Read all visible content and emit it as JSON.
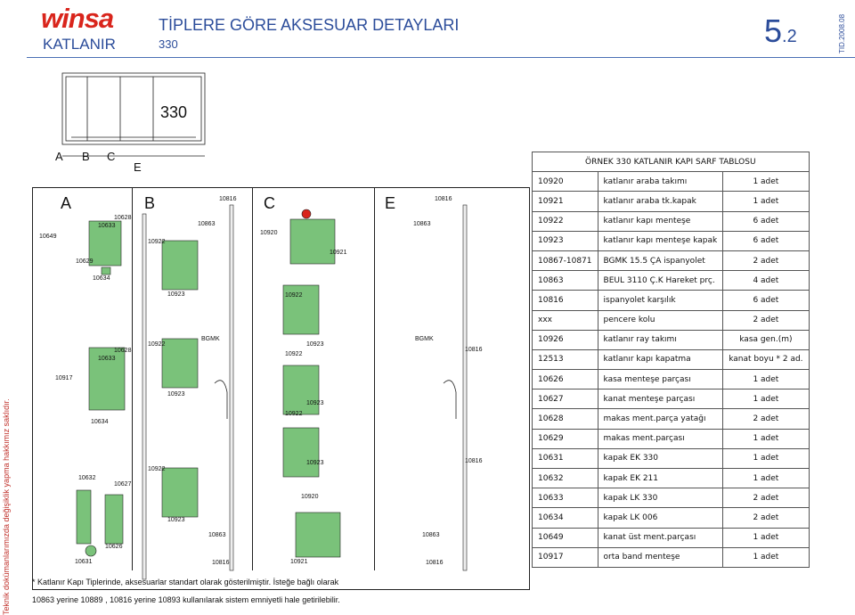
{
  "header": {
    "logo_text": "winsa",
    "subtitle": "KATLANIR",
    "title": "TİPLERE GÖRE AKSESUAR DETAYLARI",
    "series": "330",
    "page_number": "5",
    "page_suffix": ".2",
    "doc_code": "TID.2008.08"
  },
  "side_note": "Teknik dokümanlarımızda değişiklik yapma hakkımız saklıdır.",
  "overview": {
    "model": "330",
    "labels": [
      "A",
      "B",
      "C",
      "E"
    ]
  },
  "drawing": {
    "section_labels": [
      "A",
      "B",
      "C",
      "E"
    ],
    "part_labels": {
      "p10649": "10649",
      "p10633a": "10633",
      "p10628a": "10628",
      "p10629": "10629",
      "p10634a": "10634",
      "p10633b": "10633",
      "p10628b": "10628",
      "p10917": "10917",
      "p10634b": "10634",
      "p10632": "10632",
      "p10627": "10627",
      "p10626": "10626",
      "p10631": "10631",
      "b10816": "10816",
      "b10863": "10863",
      "b10922a": "10922",
      "b10923a": "10923",
      "b10922b": "10922",
      "b10923b": "10923",
      "b10922c": "10922",
      "b10923c": "10923",
      "b10863b": "10863",
      "b10816b": "10816",
      "bgmk1": "BGMK",
      "c10920": "10920",
      "c10921": "10921",
      "c10922a": "10922",
      "c10923a": "10923",
      "c10922b": "10922",
      "c10923b": "10923",
      "c10922c": "10922",
      "c10923c": "10923",
      "c10920b": "10920",
      "c10921b": "10921",
      "e10816": "10816",
      "e10863": "10863",
      "bgmk2": "BGMK",
      "e10816b": "10816",
      "e10816c": "10816",
      "e10863b": "10863",
      "e10816d": "10816"
    }
  },
  "footnote": {
    "line1": "* Katlanır Kapı Tiplerinde, aksesuarlar standart olarak gösterilmiştir. İsteğe bağlı olarak",
    "line2": "10863 yerine 10889 , 10816 yerine 10893 kullanılarak sistem emniyetli hale getirilebilir."
  },
  "table": {
    "title": "ÖRNEK 330 KATLANIR KAPI SARF TABLOSU",
    "rows": [
      {
        "code": "10920",
        "name": "katlanır araba takımı",
        "qty": "1 adet"
      },
      {
        "code": "10921",
        "name": "katlanır araba tk.kapak",
        "qty": "1 adet"
      },
      {
        "code": "10922",
        "name": "katlanır kapı menteşe",
        "qty": "6 adet"
      },
      {
        "code": "10923",
        "name": "katlanır kapı menteşe kapak",
        "qty": "6 adet"
      },
      {
        "code": "10867-10871",
        "name": "BGMK 15.5 ÇA ispanyolet",
        "qty": "2 adet"
      },
      {
        "code": "10863",
        "name": "BEUL 3110 Ç.K Hareket prç.",
        "qty": "4 adet"
      },
      {
        "code": "10816",
        "name": "ispanyolet karşılık",
        "qty": "6 adet"
      },
      {
        "code": "xxx",
        "name": "pencere kolu",
        "qty": "2 adet"
      },
      {
        "code": "10926",
        "name": "katlanır ray takımı",
        "qty": "kasa gen.(m)"
      },
      {
        "code": "12513",
        "name": "katlanır kapı kapatma",
        "qty": "kanat boyu * 2 ad."
      },
      {
        "code": "10626",
        "name": "kasa menteşe parçası",
        "qty": "1 adet"
      },
      {
        "code": "10627",
        "name": "kanat menteşe parçası",
        "qty": "1 adet"
      },
      {
        "code": "10628",
        "name": "makas ment.parça yatağı",
        "qty": "2 adet"
      },
      {
        "code": "10629",
        "name": "makas ment.parçası",
        "qty": "1 adet"
      },
      {
        "code": "10631",
        "name": "kapak EK 330",
        "qty": "1 adet"
      },
      {
        "code": "10632",
        "name": "kapak EK 211",
        "qty": "1 adet"
      },
      {
        "code": "10633",
        "name": "kapak LK 330",
        "qty": "2 adet"
      },
      {
        "code": "10634",
        "name": "kapak LK 006",
        "qty": "2 adet"
      },
      {
        "code": "10649",
        "name": "kanat üst ment.parçası",
        "qty": "1 adet"
      },
      {
        "code": "10917",
        "name": "orta band menteşe",
        "qty": "1 adet"
      }
    ]
  }
}
